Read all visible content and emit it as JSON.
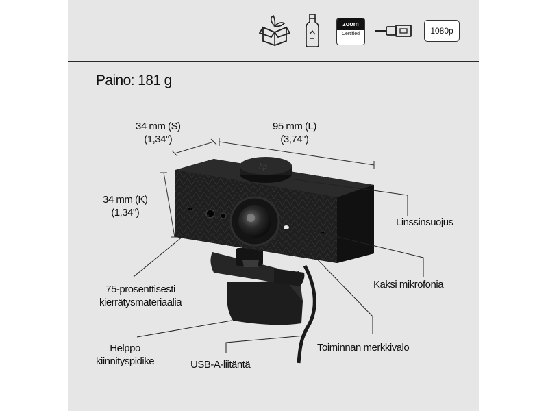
{
  "icons": {
    "packaging": "recyclable-box-icon",
    "bottle": "recycled-bottle-icon",
    "certification": {
      "line1": "zoom",
      "line2": "Certified"
    },
    "connector": "usb-cable-icon",
    "resolution": "1080p"
  },
  "weight": "Paino: 181 g",
  "dimensions": {
    "depth": {
      "metric": "34 mm (S)",
      "imperial": "(1,34\")"
    },
    "length": {
      "metric": "95 mm (L)",
      "imperial": "(3,74\")"
    },
    "height": {
      "metric": "34 mm (K)",
      "imperial": "(1,34\")"
    }
  },
  "features": {
    "lens_cover": "Linssinsuojus",
    "microphones": "Kaksi mikrofonia",
    "recycled_line1": "75-prosenttisesti",
    "recycled_line2": "kierrätysmateriaalia",
    "indicator": "Toiminnan merkkivalo",
    "clip_line1": "Helppo",
    "clip_line2": "kiinnityspidike",
    "usb": "USB-A-liitäntä"
  },
  "colors": {
    "panel": "#e6e6e6",
    "camera": "#1b1b1b",
    "text": "#111111"
  }
}
